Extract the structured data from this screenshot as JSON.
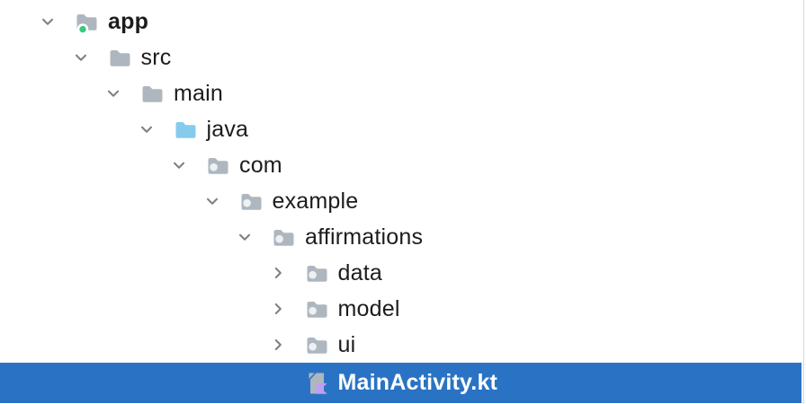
{
  "window": {
    "background": "#FFFFFF",
    "frame_border_color": "#D6D6D6",
    "description_title": "Project tree"
  },
  "colors": {
    "selection_blue": "#2A73C4",
    "folder_gray": "#AEB7BF",
    "source_folder_blue": "#85CBEC",
    "package_dot": "#EEF1F3",
    "module_badge_green": "#3BC97E",
    "kotlin_purple": "#BF9FF5",
    "chevron_gray": "#7E8287",
    "label_text": "#1C1C1C",
    "selected_label_text": "#FFFFFF"
  },
  "tree": {
    "rows": [
      {
        "id": "app",
        "label": "app",
        "depth": 0,
        "icon": "android-module-folder-icon",
        "chevron": "down",
        "bold": true,
        "selected": false
      },
      {
        "id": "src",
        "label": "src",
        "depth": 1,
        "icon": "folder-icon",
        "chevron": "down",
        "bold": false,
        "selected": false
      },
      {
        "id": "main",
        "label": "main",
        "depth": 2,
        "icon": "folder-icon",
        "chevron": "down",
        "bold": false,
        "selected": false
      },
      {
        "id": "java",
        "label": "java",
        "depth": 3,
        "icon": "source-folder-icon",
        "chevron": "down",
        "bold": false,
        "selected": false
      },
      {
        "id": "com",
        "label": "com",
        "depth": 4,
        "icon": "package-icon",
        "chevron": "down",
        "bold": false,
        "selected": false
      },
      {
        "id": "example",
        "label": "example",
        "depth": 5,
        "icon": "package-icon",
        "chevron": "down",
        "bold": false,
        "selected": false
      },
      {
        "id": "affirmations",
        "label": "affirmations",
        "depth": 6,
        "icon": "package-icon",
        "chevron": "down",
        "bold": false,
        "selected": false
      },
      {
        "id": "data",
        "label": "data",
        "depth": 7,
        "icon": "package-icon",
        "chevron": "right",
        "bold": false,
        "selected": false
      },
      {
        "id": "model",
        "label": "model",
        "depth": 7,
        "icon": "package-icon",
        "chevron": "right",
        "bold": false,
        "selected": false
      },
      {
        "id": "ui",
        "label": "ui",
        "depth": 7,
        "icon": "package-icon",
        "chevron": "right",
        "bold": false,
        "selected": false
      },
      {
        "id": "mainactivity-kt",
        "label": "MainActivity.kt",
        "depth": 7,
        "icon": "kotlin-file-icon",
        "chevron": "none",
        "bold": false,
        "selected": true
      }
    ]
  }
}
